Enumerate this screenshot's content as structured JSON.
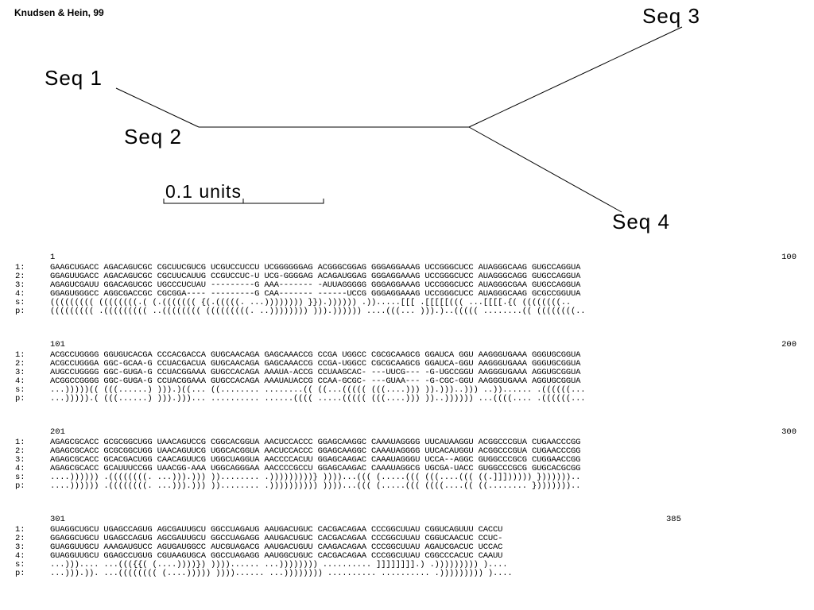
{
  "title": "Knudsen & Hein, 99",
  "tree": {
    "leaves": [
      "Seq 1",
      "Seq 2",
      "Seq 3",
      "Seq 4"
    ],
    "scale_label": "0.1 units"
  },
  "alignment": {
    "blocks": [
      {
        "start": "1",
        "end": "100",
        "rows": [
          {
            "label": "1:",
            "text": "GAAGCUGACC AGACAGUCGC CGCUUCGUCG UCGUCCUCCU UCGGGGGGAG ACGGGCGGAG GGGAGGAAAG UCCGGGCUCC AUAGGGCAAG GUGCCAGGUA"
          },
          {
            "label": "2:",
            "text": "GGAGUUGACC AGACAGUCGC CGCUUCAUUG CCGUCCUC-U UCG-GGGGAG ACAGAUGGAG GGGAGGAAAG UCCGGGCUCC AUAGGGCAGG GUGCCAGGUA"
          },
          {
            "label": "3:",
            "text": "AGAGUCGAUU GGACAGUCGC UGCCCUCUAU ---------G AAA------- -AUUAGGGGG GGGAGGAAAG UCCGGGCUCC AUAGGGCGAA GUGCCAGGUA"
          },
          {
            "label": "4:",
            "text": "GGAGUGGGCC AGGCGACCGC CGCGGA---- ---------G CAA------- ------UCCG GGGAGGAAAG UCCGGGCUCC AUAGGGCAAG GCGCCGGUUA"
          },
          {
            "label": "s:",
            "text": "((((((((( ((((((((.( (.((((((( {(.(((((. ...)))))))) }}).)))))) .)).....[[[ .[[[[[((( ...[[[[.{( ((((((((.."
          },
          {
            "label": "p:",
            "text": "((((((((( .((((((((( ..(((((((( (((((((((. ..)))))))) ))).)))))) ....(((... ))).)..((((( ........(( ((((((((.."
          }
        ]
      },
      {
        "start": "101",
        "end": "200",
        "rows": [
          {
            "label": "1:",
            "text": "ACGCCUGGGG GGUGUCACGA CCCACGACCA GUGCAACAGA GAGCAAACCG CCGA UGGCC CGCGCAAGCG GGAUCA GGU AAGGGUGAAA GGGUGCGGUA"
          },
          {
            "label": "2:",
            "text": "ACGCCUGGGA GGC-GCAA-G CCUACGACUA GUGCAACAGA GAGCAAACCG CCGA-UGGCC CGCGCAAGCG GGAUCA-GGU AAGGGUGAAA GGGUGCGGUA"
          },
          {
            "label": "3:",
            "text": "AUGCCUGGGG GGC-GUGA-G CCUACGGAAA GUGCCACAGA AAAUA-ACCG CCUAAGCAC- ---UUCG--- -G-UGCCGGU AAGGGUGAAA AGGUGCGGUA"
          },
          {
            "label": "4:",
            "text": "ACGGCCGGGG GGC-GUGA-G CCUACGGAAA GUGCCACAGA AAAUAUACCG CCAA-GCGC- ---GUAA--- -G-CGC-GGU AAGGGUGAAA AGGUGCGGUA"
          },
          {
            "label": "s:",
            "text": "...)))))(( (((......) ))).)((... ((........ ........(( ((...((((( (((....))) )).)))..))) ..))...... .((((((..."
          },
          {
            "label": "p:",
            "text": "...))))).( (((......) ))).)))... .......... ......(((( .....((((( (((....))) ))..)))))) ...((((.... .((((((..."
          }
        ]
      },
      {
        "start": "201",
        "end": "300",
        "rows": [
          {
            "label": "1:",
            "text": "AGAGCGCACC GCGCGGCUGG UAACAGUCCG CGGCACGGUA AACUCCACCC GGAGCAAGGC CAAAUAGGGG UUCAUAAGGU ACGGCCCGUA CUGAACCCGG"
          },
          {
            "label": "2:",
            "text": "AGAGCGCACC GCGCGGCUGG UAACAGUUCG UGGCACGGUA AACUCCACCC GGAGCAAGGC CAAAUAGGGG UUCACAUGGU ACGGCCCGUA CUGAACCCGG"
          },
          {
            "label": "3:",
            "text": "AGAGCGCACC GCACGACUGG CAACAGUUCG UGGCUAGGUA AACCCCACUU GGAGCAAGAC CAAAUAGGGU UCCA--AGGC GUGGCCCGCG CUGGAACCGG"
          },
          {
            "label": "4:",
            "text": "AGAGCGCACC GCAUUUCCGG UAACGG-AAA UGGCAGGGAA AACCCCGCCU GGAGCAAGAC CAAAUAGGCG UGCGA-UACC GUGGCCCGCG GUGCACGCGG"
          },
          {
            "label": "s:",
            "text": "....)))))) .((((((((. ...))).))) ))........ .)))))))))} ))))...((( (.....((( (((....((( ((.]]]))))) })))))).."
          },
          {
            "label": "p:",
            "text": "....)))))) .((((((((. ...))).))) ))........ .)))))))))) ))))...((( (.....((( ((((....(( ((........ }))))))).."
          }
        ]
      },
      {
        "start": "301",
        "end": "385",
        "rows": [
          {
            "label": "1:",
            "text": "GUAGGCUGCU UGAGCCAGUG AGCGAUUGCU GGCCUAGAUG AAUGACUGUC CACGACAGAA CCCGGCUUAU CGGUCAGUUU CACCU"
          },
          {
            "label": "2:",
            "text": "GGAGGCUGCU UGAGCCAGUG AGCGAUUGCU GGCCUAGAGG AAUGACUGUC CACGACAGAA CCCGGCUUAU CGGUCAACUC CCUC-"
          },
          {
            "label": "3:",
            "text": "GUAGGUUGCU AAAGAUGUCC AGUGAUGGCC AUCGUAGACG AAUGACUGUU CAAGACAGAA CCCGGCUUAU AGAUCGACUC UCCAC"
          },
          {
            "label": "4:",
            "text": "GUAGGUUGCU GGAGCCUGUG CGUAAGUGCA GGCCUAGAGG AAUGGCUGUC CACGACAGAA CCCGGCUUAU CGGCCCACUC CAAUU"
          },
          {
            "label": "s:",
            "text": "...))).... ...((({{( (....))))}) ))))...... ...)))))))) .......... ]]]]]]]].) .))))))))) )...."
          },
          {
            "label": "p:",
            "text": "...))).)). ...(((((((( (....))))) ))))...... ...)))))))) .......... .......... .))))))))) )...."
          }
        ]
      }
    ]
  }
}
